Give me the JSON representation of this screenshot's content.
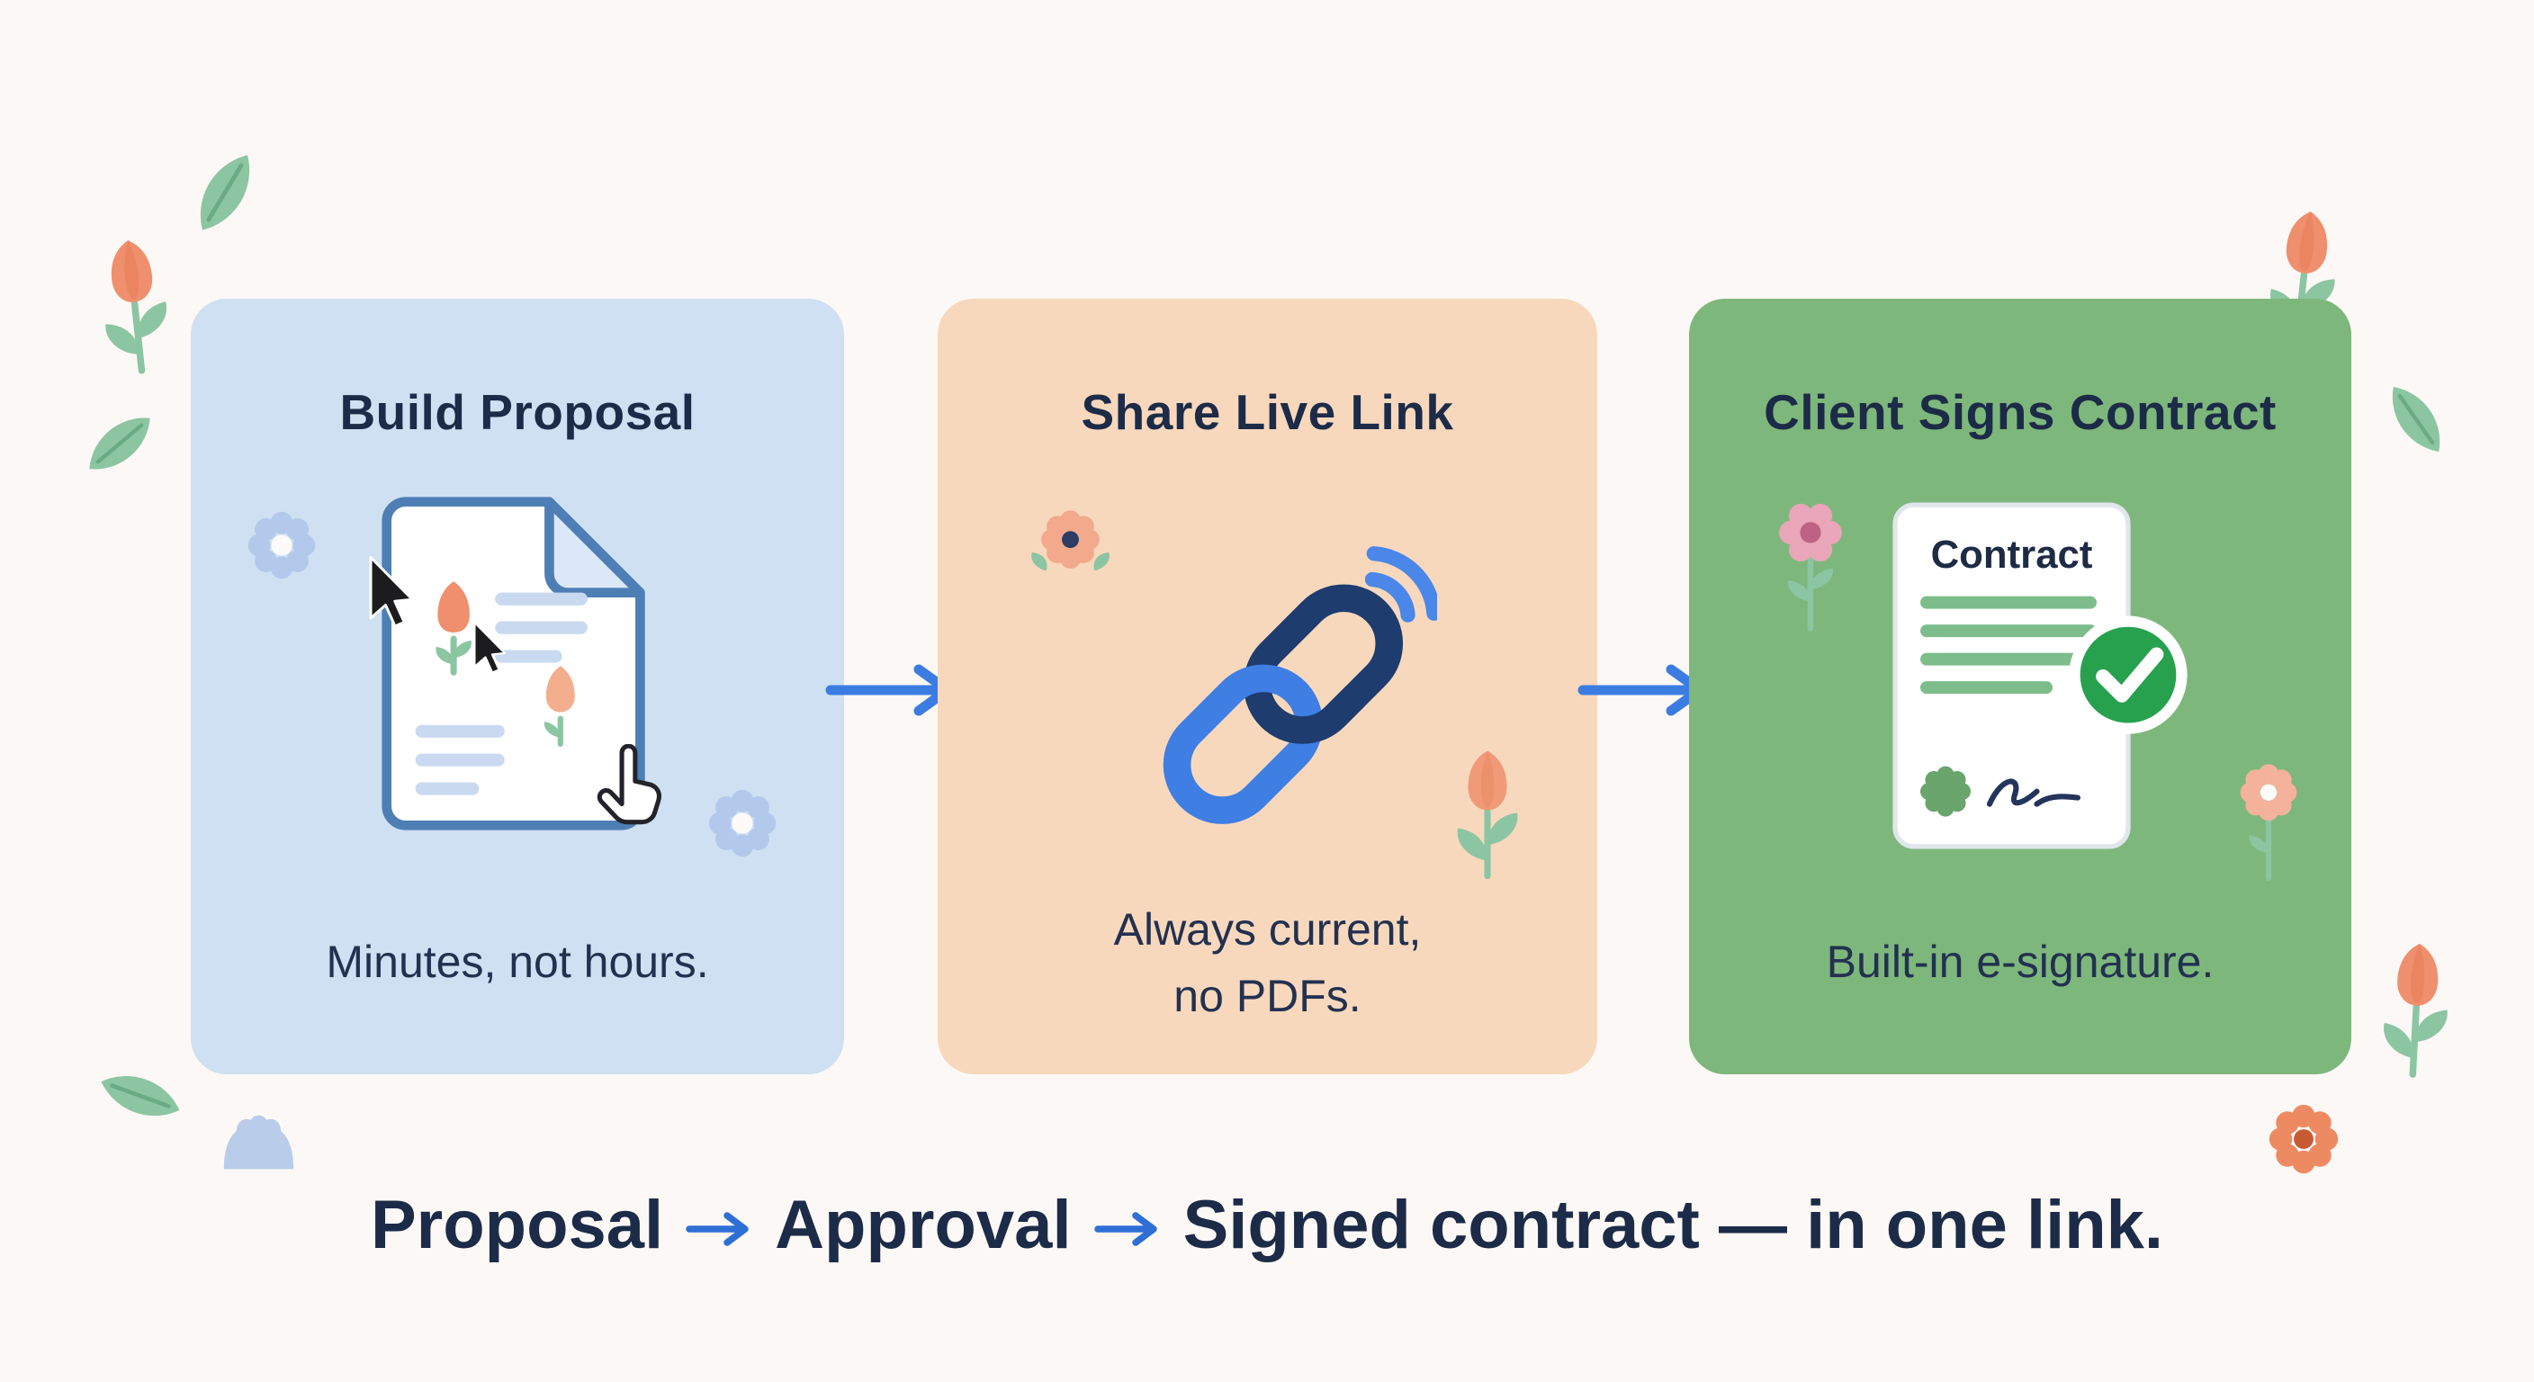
{
  "page": {
    "background": "#fcf8f6"
  },
  "cards": [
    {
      "title": "Build Proposal",
      "caption": "Minutes, not hours.",
      "bg": "#cfe0f2",
      "icon": "proposal-document-icon"
    },
    {
      "title": "Share Live Link",
      "caption": "Always current,\nno PDFs.",
      "bg": "#f8d8bd",
      "icon": "live-link-icon"
    },
    {
      "title": "Client Signs Contract",
      "caption": "Built-in e-signature.",
      "bg": "#7eb77c",
      "icon": "signed-contract-icon",
      "document_label": "Contract"
    }
  ],
  "flow": {
    "arrow_icon": "right-arrow",
    "arrow_glyph": "→",
    "arrow_color": "#3b7ce2"
  },
  "footer": {
    "step1": "Proposal",
    "step2": "Approval",
    "step3": "Signed contract — in one link.",
    "arrow_glyph": "→",
    "text_color": "#1c2b47",
    "arrow_color": "#2e6fd6"
  },
  "palette": {
    "title_text": "#1c2b47",
    "caption_text": "#233150",
    "leaf_green": "#8cc5a1",
    "tulip_orange": "#ef8f6d",
    "tulip_peach": "#f09a77",
    "daisy_blue": "#b3c9ec",
    "daisy_peach": "#f2a98c",
    "blossom_pink": "#e8a6b8",
    "daisy_orange": "#ee8a62",
    "bud_blue": "#b9cce9",
    "link_navy": "#1e3c6e",
    "link_blue": "#3f7ee3",
    "wifi_blue": "#4a87e8",
    "doc_border_blue": "#4d7fb5",
    "doc_line_blue": "#c9daf0",
    "contract_line_green": "#7cbd8b",
    "check_green": "#27a14e",
    "seal_green": "#69a56d",
    "signature_navy": "#23355c"
  }
}
